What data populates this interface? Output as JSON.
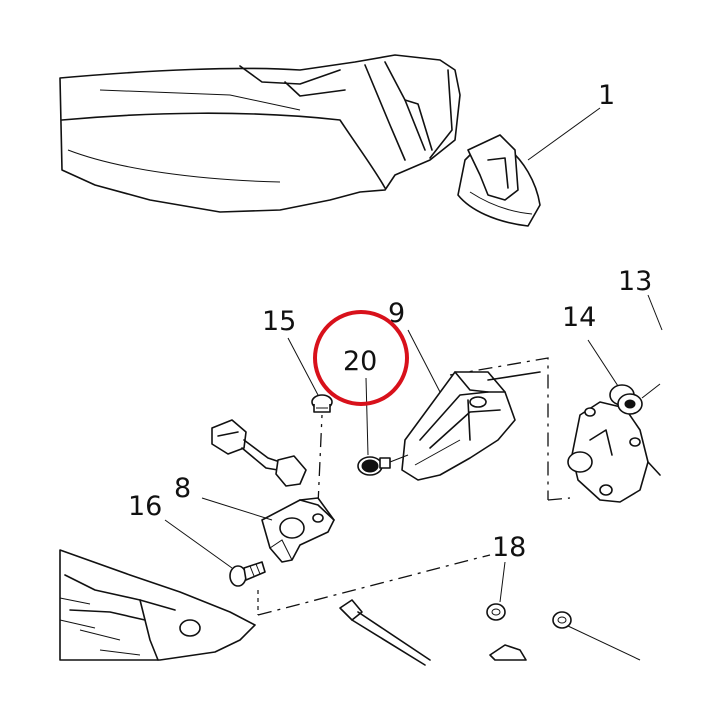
{
  "diagram": {
    "highlight_color": "#d8111b",
    "line_color": "#111111",
    "background": "#ffffff",
    "highlighted_callout": "20",
    "callouts": [
      {
        "id": "1",
        "label": "1"
      },
      {
        "id": "8",
        "label": "8"
      },
      {
        "id": "9",
        "label": "9"
      },
      {
        "id": "13",
        "label": "13"
      },
      {
        "id": "14",
        "label": "14"
      },
      {
        "id": "15",
        "label": "15"
      },
      {
        "id": "16",
        "label": "16"
      },
      {
        "id": "18",
        "label": "18"
      },
      {
        "id": "20",
        "label": "20"
      }
    ]
  }
}
